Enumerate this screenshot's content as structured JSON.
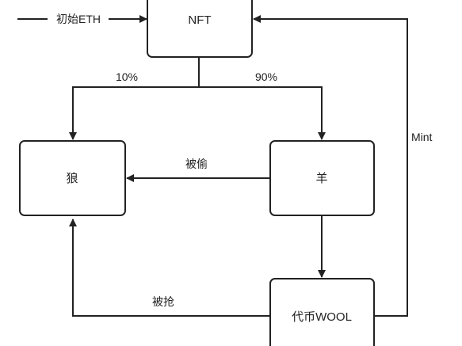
{
  "nodes": {
    "nft": "NFT",
    "wolf": "狼",
    "sheep": "羊",
    "wool": "代币WOOL"
  },
  "edges": {
    "initial_eth": "初始ETH",
    "percent_wolf": "10%",
    "percent_sheep": "90%",
    "stolen": "被偷",
    "robbed": "被抢",
    "mint": "Mint"
  },
  "colors": {
    "stroke": "#222222",
    "fill": "#ffffff",
    "text": "#222222"
  }
}
